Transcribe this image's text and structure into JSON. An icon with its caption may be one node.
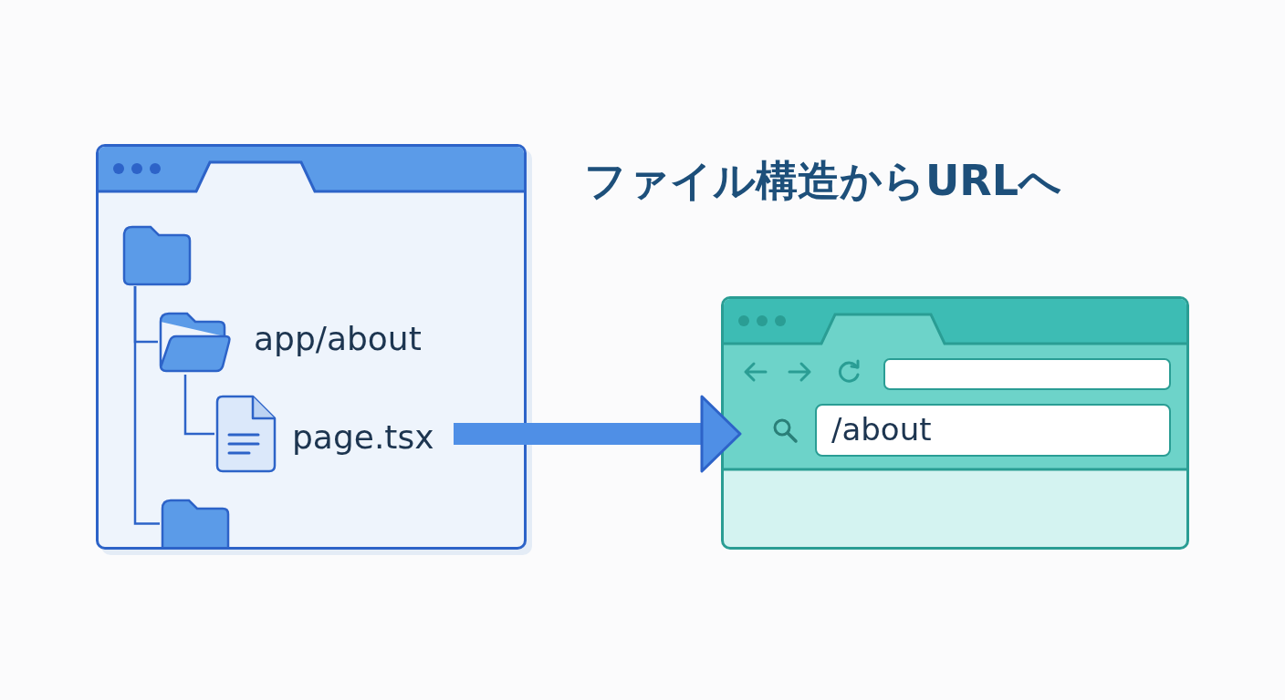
{
  "diagram": {
    "title": "ファイル構造からURLへ",
    "nodes": [
      {
        "text": [],
        "shape": "box"
      },
      {
        "text": [],
        "shape": "folder",
        "in": 0
      },
      {
        "text": [
          "app/about"
        ],
        "in": 0
      },
      {
        "text": [
          "page.tsx"
        ],
        "in": 0
      },
      {
        "text": [],
        "shape": "folder",
        "in": 0
      },
      {
        "text": [],
        "shape": "box"
      },
      {
        "text": [],
        "shape": "box",
        "in": 5
      },
      {
        "text": [
          "/about"
        ],
        "in": 5
      }
    ],
    "edges": [
      {
        "from": 1,
        "to": 2,
        "arrow": "none"
      },
      {
        "from": 1,
        "to": 4,
        "arrow": "none"
      },
      {
        "from": 2,
        "to": 3,
        "arrow": "none"
      },
      {
        "from": 3,
        "to": 7,
        "arrow": "to",
        "style": "thick",
        "color": "#4f8fe6"
      }
    ]
  }
}
